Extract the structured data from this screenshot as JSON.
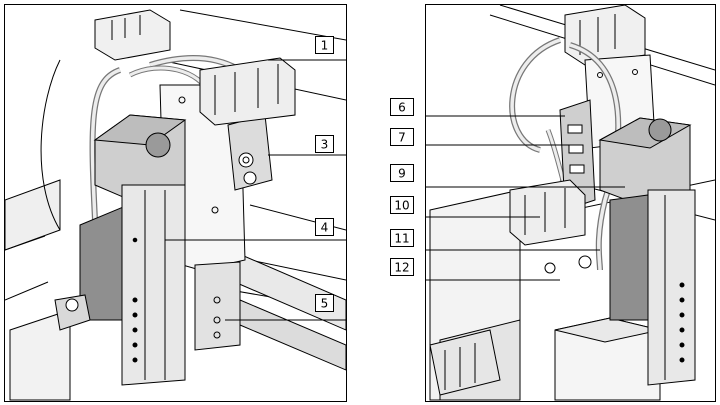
{
  "left_panel": {
    "callouts": [
      {
        "id": "1",
        "label": "1"
      },
      {
        "id": "3",
        "label": "3"
      },
      {
        "id": "4",
        "label": "4"
      },
      {
        "id": "5",
        "label": "5"
      }
    ]
  },
  "right_panel": {
    "callouts": [
      {
        "id": "6",
        "label": "6"
      },
      {
        "id": "7",
        "label": "7"
      },
      {
        "id": "9",
        "label": "9"
      },
      {
        "id": "10",
        "label": "10"
      },
      {
        "id": "11",
        "label": "11"
      },
      {
        "id": "12",
        "label": "12"
      }
    ]
  },
  "colors": {
    "line": "#000000",
    "fill_light": "#ffffff",
    "fill_mid": "#e6e6e6",
    "fill_dark": "#cfcfcf"
  }
}
